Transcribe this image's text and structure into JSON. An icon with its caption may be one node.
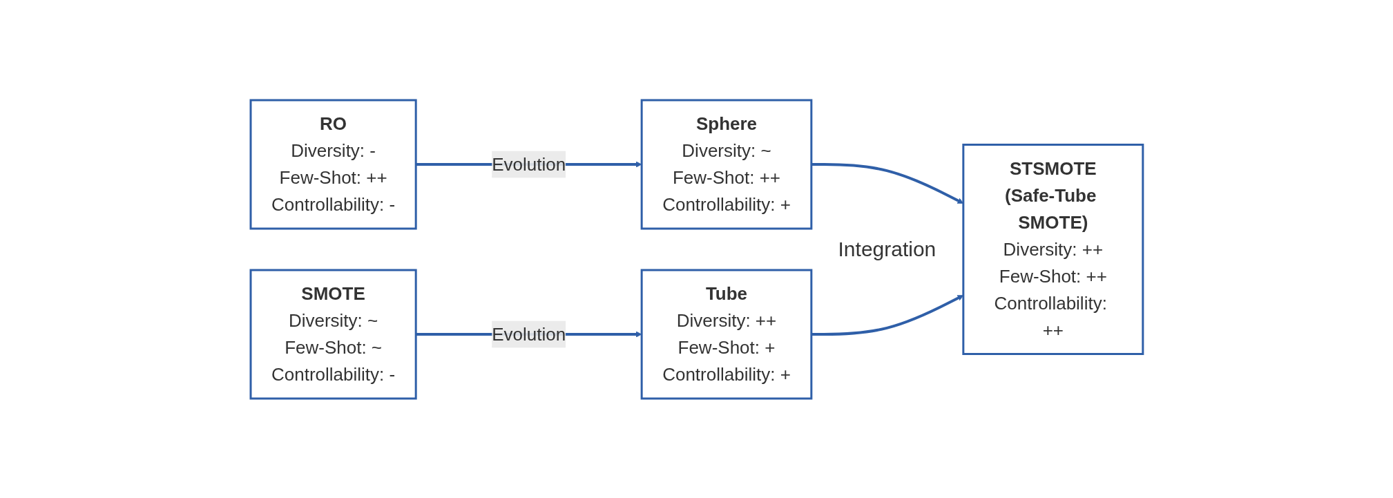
{
  "diagram": {
    "nodes": [
      {
        "text": [
          "RO",
          "Diversity: -",
          "Few-Shot: ++",
          "Controllability: -"
        ]
      },
      {
        "text": [
          "Sphere",
          "Diversity: ~",
          "Few-Shot: ++",
          "Controllability: +"
        ]
      },
      {
        "text": [
          "SMOTE",
          "Diversity: ~",
          "Few-Shot: ~",
          "Controllability: -"
        ]
      },
      {
        "text": [
          "Tube",
          "Diversity: ++",
          "Few-Shot: +",
          "Controllability: +"
        ]
      },
      {
        "text": [
          "STSMOTE",
          "(Safe-Tube SMOTE)",
          "Diversity: ++",
          "Few-Shot: ++",
          "Controllability: ++"
        ]
      }
    ],
    "edges": [
      {
        "from": 0,
        "to": 1,
        "arrow": "to",
        "label": "Evolution"
      },
      {
        "from": 2,
        "to": 3,
        "arrow": "to",
        "label": "Evolution"
      },
      {
        "from": 1,
        "to": 4,
        "arrow": "to"
      },
      {
        "from": 3,
        "to": 4,
        "arrow": "to"
      }
    ],
    "labels": [
      "Integration"
    ]
  }
}
